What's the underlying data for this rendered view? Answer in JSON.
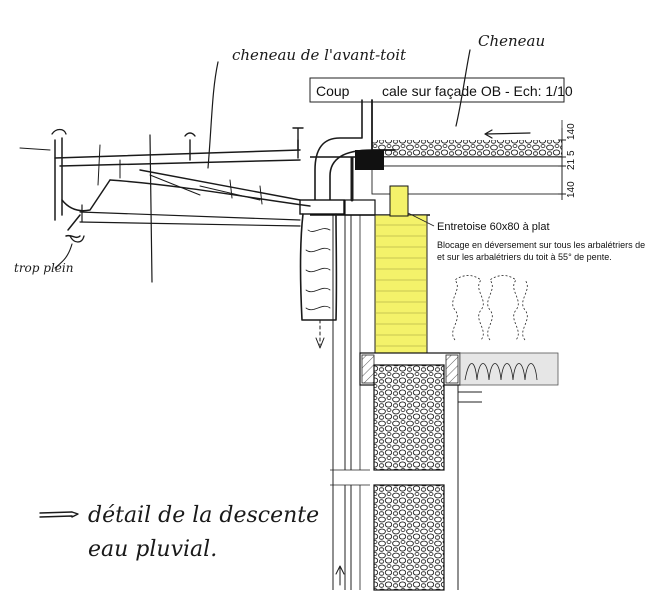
{
  "labels": {
    "cheneau_avant_toit": "cheneau de l'avant-toit",
    "cheneau": "Cheneau",
    "trop_plein": "trop plein",
    "detail_line1": "détail de la descente",
    "detail_line2": "eau pluvial."
  },
  "title_box": {
    "text_left": "Coup",
    "text_right": "cale sur façade OB - Ech: 1/10"
  },
  "dimensions": [
    "5",
    "140",
    "21",
    "140"
  ],
  "annotations": {
    "entretoise": "Entretoise 60x80 à plat",
    "blocage_line1": "Blocage en déversement sur tous les arbalétriers de rive",
    "blocage_line2": "et sur les arbalétriers du toit à 55° de pente."
  },
  "colors": {
    "ink": "#1a1a1a",
    "highlight": "#f4f26a",
    "insulation_panel": "#e6e6e6"
  }
}
